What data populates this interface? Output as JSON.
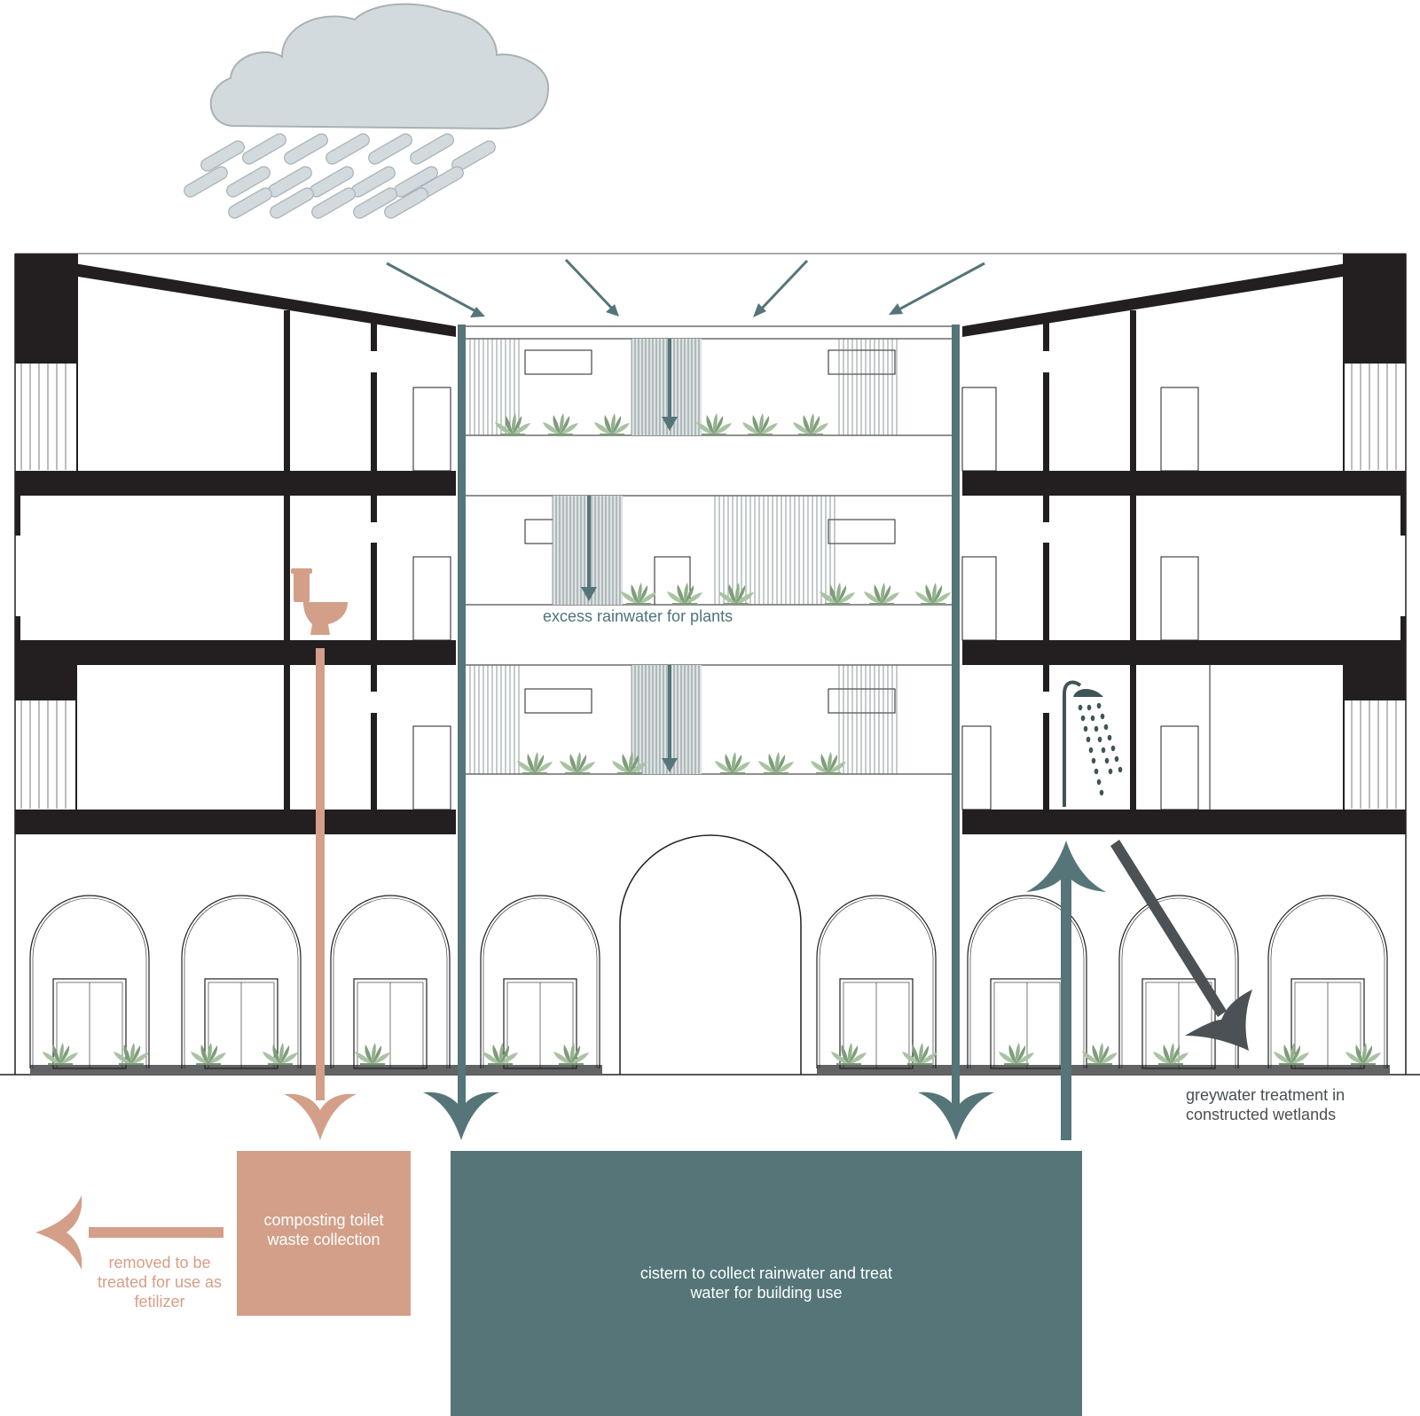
{
  "labels": {
    "excess_rainwater": "excess rainwater for plants",
    "greywater": "greywater treatment in\nconstructed wetlands",
    "composting": "composting toilet\nwaste collection",
    "removed": "removed to be\ntreated for use as\nfetilizer",
    "cistern": "cistern to collect rainwater and treat\nwater for building use"
  },
  "colors": {
    "rain_teal": "#557579",
    "compost_salmon": "#d39f89",
    "greywater_grey": "#4b5154",
    "structure_black": "#231f20",
    "cloud_grey": "#d3dadd",
    "plant_green": "#8fae8a"
  },
  "icons": [
    "cloud-icon",
    "rain-drops-icon",
    "toilet-icon",
    "shower-icon",
    "plant-icon"
  ]
}
